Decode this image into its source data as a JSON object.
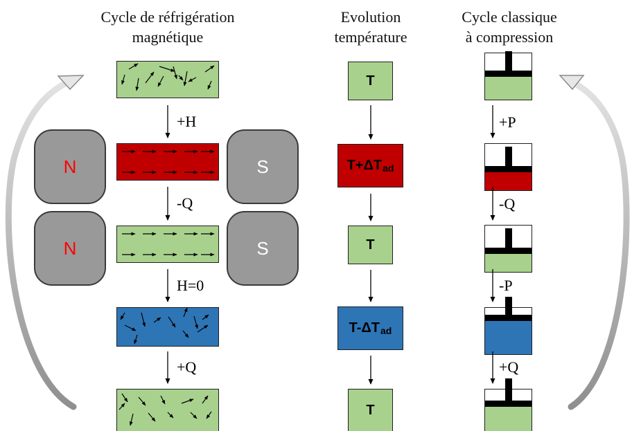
{
  "headings": {
    "magnetic": [
      "Cycle de réfrigération",
      "magnétique"
    ],
    "temperature": [
      "Evolution",
      "température"
    ],
    "classic": [
      "Cycle classique",
      "à compression"
    ]
  },
  "magnets": {
    "north_label": "N",
    "south_label": "S",
    "north_color": "#ff0000",
    "south_color": "#ffffff"
  },
  "magnetic_steps": [
    "+H",
    "-Q",
    "H=0",
    "+Q"
  ],
  "compression_steps": [
    "+P",
    "-Q",
    "-P",
    "+Q"
  ],
  "temperature_blocks": [
    {
      "base": "T",
      "sub": "",
      "state": "ambient"
    },
    {
      "base": "T+ΔT",
      "sub": "ad",
      "state": "heated"
    },
    {
      "base": "T",
      "sub": "",
      "state": "ambient"
    },
    {
      "base": "T-ΔT",
      "sub": "ad",
      "state": "cooled"
    },
    {
      "base": "T",
      "sub": "",
      "state": "ambient"
    }
  ],
  "colors": {
    "ambient": "#a9d18e",
    "heated": "#c00000",
    "cooled": "#2e75b6",
    "magnet": "#999999"
  }
}
